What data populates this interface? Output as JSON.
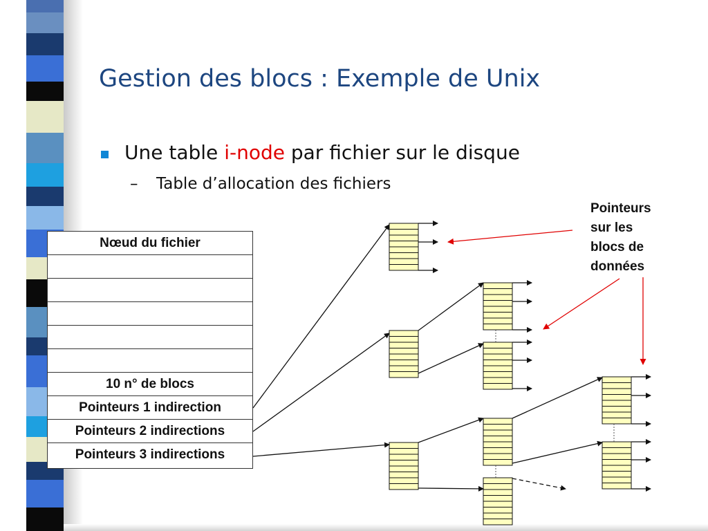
{
  "title": "Gestion des blocs : Exemple de Unix",
  "bullets": {
    "level1": {
      "before": "Une table ",
      "highlight": "i-node",
      "after": " par fichier sur le disque"
    },
    "level2": {
      "dash": "–",
      "text": "Table d’allocation des fichiers"
    }
  },
  "inode_table": {
    "header": "Nœud du fichier",
    "direct": "10 n° de blocs",
    "single_indirect": "Pointeurs 1 indirection",
    "double_indirect": "Pointeurs 2 indirections",
    "triple_indirect": "Pointeurs 3 indirections"
  },
  "callout": {
    "lines": [
      "Pointeurs",
      "sur les",
      "blocs de",
      "données"
    ]
  },
  "colors": {
    "title": "#1d4680",
    "highlight": "#e00000",
    "bullet_mark": "#0f86d6",
    "block_fill": "#ffffc0",
    "callout_arrow": "#e00000"
  },
  "icons": {
    "bullet": "square-bullet",
    "arrows": "arrow-icon"
  }
}
